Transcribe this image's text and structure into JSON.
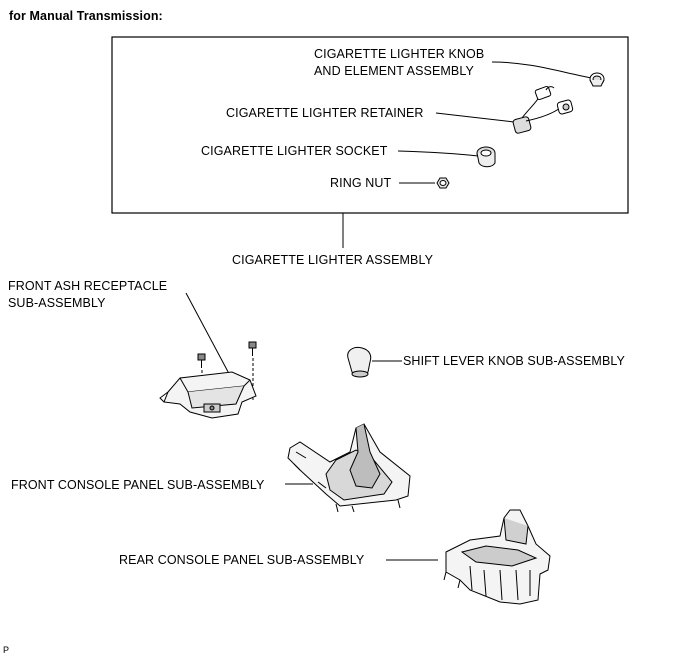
{
  "heading": "for Manual Transmission:",
  "assembly_box": {
    "label": "CIGARETTE LIGHTER ASSEMBLY",
    "parts": {
      "knob": {
        "line1": "CIGARETTE LIGHTER KNOB",
        "line2": "AND ELEMENT ASSEMBLY"
      },
      "retainer": "CIGARETTE LIGHTER RETAINER",
      "socket": "CIGARETTE LIGHTER SOCKET",
      "ring_nut": "RING NUT"
    }
  },
  "parts": {
    "ash_receptacle": {
      "line1": "FRONT ASH RECEPTACLE",
      "line2": "SUB-ASSEMBLY"
    },
    "shift_knob": "SHIFT LEVER KNOB SUB-ASSEMBLY",
    "front_console": "FRONT CONSOLE PANEL SUB-ASSEMBLY",
    "rear_console": "REAR CONSOLE PANEL SUB-ASSEMBLY"
  },
  "footer_code": "P"
}
